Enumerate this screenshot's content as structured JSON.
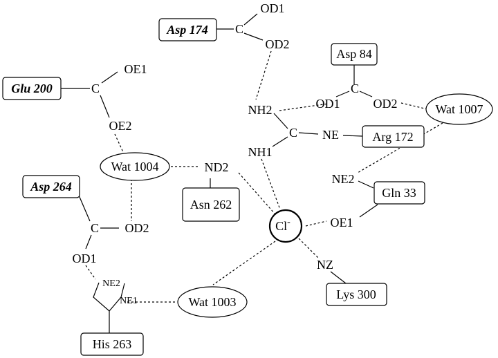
{
  "residues": {
    "asp174": "Asp 174",
    "asp84": "Asp 84",
    "glu200": "Glu 200",
    "arg172": "Arg 172",
    "asp264": "Asp 264",
    "gln33": "Gln 33",
    "asn262": "Asn 262",
    "lys300": "Lys 300",
    "his263": "His 263"
  },
  "waters": {
    "w1007": "Wat 1007",
    "w1004": "Wat 1004",
    "w1003": "Wat 1003"
  },
  "ion": {
    "symbol": "Cl",
    "charge": "-"
  },
  "atoms": {
    "c": "C",
    "od1": "OD1",
    "od2": "OD2",
    "oe1": "OE1",
    "oe2": "OE2",
    "nh1": "NH1",
    "nh2": "NH2",
    "ne": "NE",
    "nd2": "ND2",
    "ne2": "NE2",
    "ne1": "NE1",
    "nz": "NZ"
  }
}
